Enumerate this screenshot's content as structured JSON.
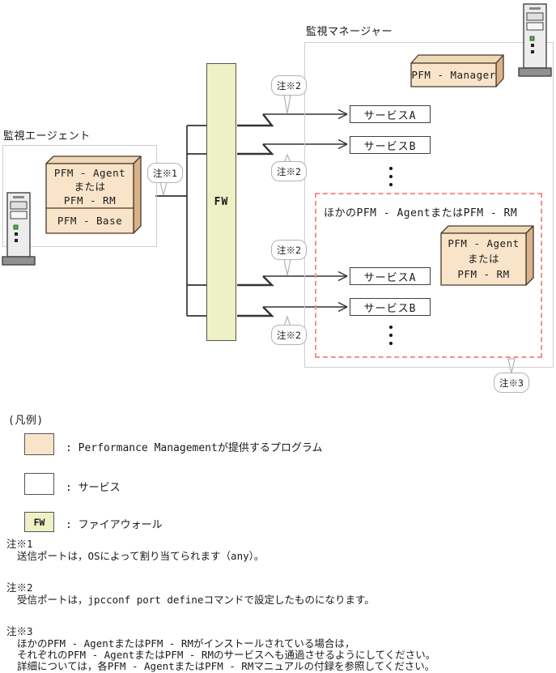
{
  "diagram": {
    "manager_area_label": "監視マネージャー",
    "agent_area_label": "監視エージェント",
    "fw_label": "FW",
    "pfm_manager_label": "PFM - Manager",
    "agent_box": {
      "line1": "PFM - Agent",
      "line2": "または",
      "line3": "PFM - RM",
      "base": "PFM - Base"
    },
    "other_area": {
      "title": "ほかのPFM - AgentまたはPFM - RM",
      "box": {
        "line1": "PFM - Agent",
        "line2": "または",
        "line3": "PFM - RM"
      }
    },
    "services": {
      "top_a": "サービスA",
      "top_b": "サービスB",
      "bottom_a": "サービスA",
      "bottom_b": "サービスB"
    },
    "callouts": {
      "note1": "注※1",
      "note2": "注※2",
      "note3": "注※3"
    }
  },
  "legend": {
    "title": "(凡例)",
    "items": [
      {
        "name": "program",
        "label": ": Performance Managementが提供するプログラム"
      },
      {
        "name": "service",
        "label": ": サービス"
      },
      {
        "name": "firewall",
        "swatch_label": "FW",
        "label": ": ファイアウォール"
      }
    ]
  },
  "notes": [
    {
      "title": "注※1",
      "lines": [
        "送信ポートは，OSによって割り当てられます（any）。"
      ]
    },
    {
      "title": "注※2",
      "lines": [
        "受信ポートは，jpcconf port defineコマンドで設定したものになります。"
      ]
    },
    {
      "title": "注※3",
      "lines": [
        "ほかのPFM - AgentまたはPFM - RMがインストールされている場合は，",
        "それぞれのPFM - AgentまたはPFM - RMのサービスへも通過させるようにしてください。",
        "詳細については，各PFM - AgentまたはPFM - RMマニュアルの付録を参照してください。"
      ]
    }
  ],
  "colors": {
    "program_fill": "#f9e4c9",
    "program_top": "#efd8b8",
    "program_side": "#d9b28a",
    "firewall_fill": "#eef0c5",
    "dashed_border": "#f2918c",
    "line": "#333333",
    "area_border": "#cfcfcf"
  }
}
